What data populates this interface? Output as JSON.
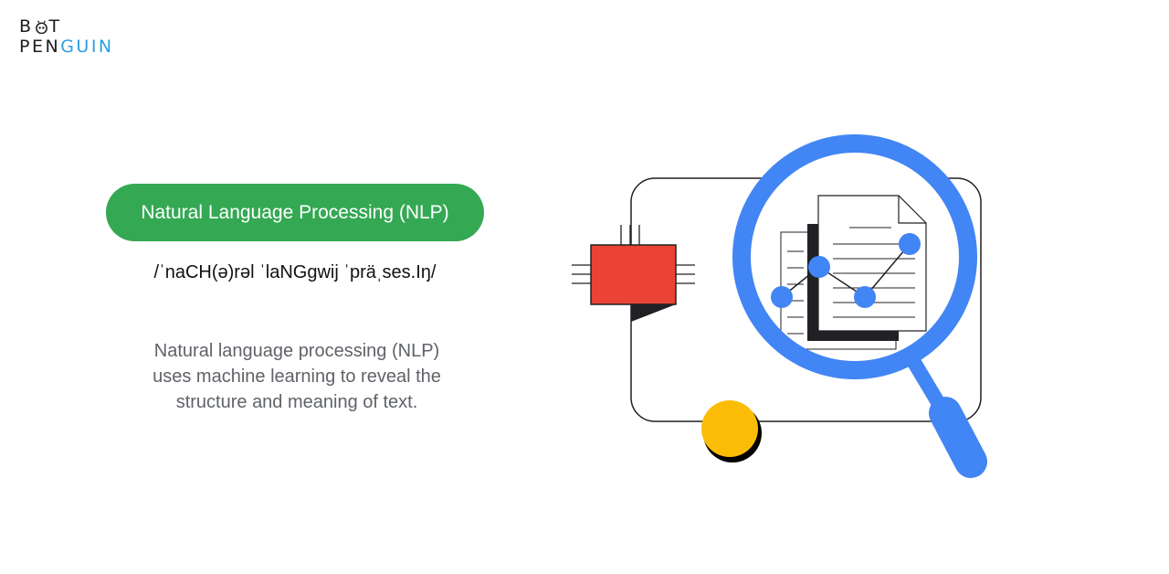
{
  "logo": {
    "line1_prefix": "B",
    "line1_suffix": "T",
    "line2_dark": "PEN",
    "line2_accent": "GUIN",
    "accent_color": "#2a9fe0"
  },
  "term": {
    "label": "Natural Language Processing (NLP)",
    "phonetic": "/ˈnaCH(ə)rəl ˈlaNGgwij ˈpräˌses.Iŋ/"
  },
  "definition": {
    "line1": "Natural language processing (NLP)",
    "line2": "uses machine learning to reveal the",
    "line3": "structure and meaning of text."
  },
  "colors": {
    "pill": "#34a853",
    "chip": "#ea4335",
    "magnifier": "#4285f4",
    "coin": "#fbbc05",
    "outline": "#202124"
  },
  "illustration": {
    "icons": [
      "processor-chip-icon",
      "magnifying-glass-icon",
      "document-icon",
      "line-graph-icon",
      "coin-icon"
    ]
  }
}
